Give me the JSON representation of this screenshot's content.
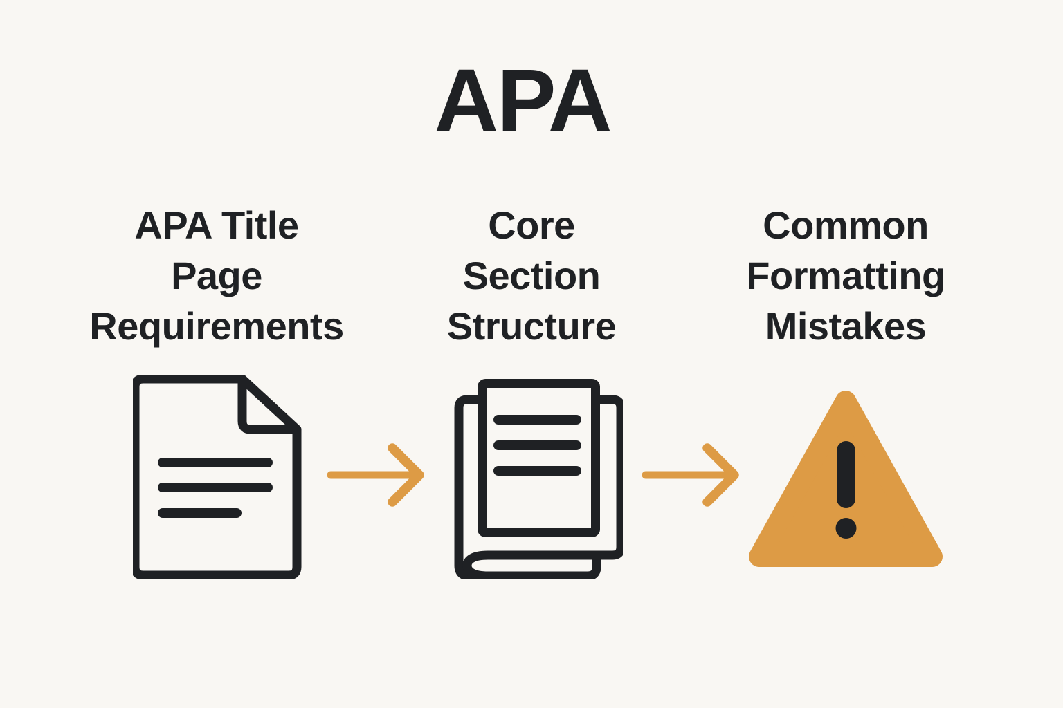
{
  "title": "APA",
  "colors": {
    "background": "#f9f7f3",
    "ink": "#1f2124",
    "accent": "#dd9b45"
  },
  "steps": [
    {
      "heading": "APA Title\nPage\nRequirements",
      "icon": "document-icon"
    },
    {
      "heading": "Core\nSection\nStructure",
      "icon": "stacked-pages-icon"
    },
    {
      "heading": "Common\nFormatting\nMistakes",
      "icon": "warning-triangle-icon"
    }
  ],
  "connectors": [
    {
      "icon": "arrow-right-icon"
    },
    {
      "icon": "arrow-right-icon"
    }
  ]
}
